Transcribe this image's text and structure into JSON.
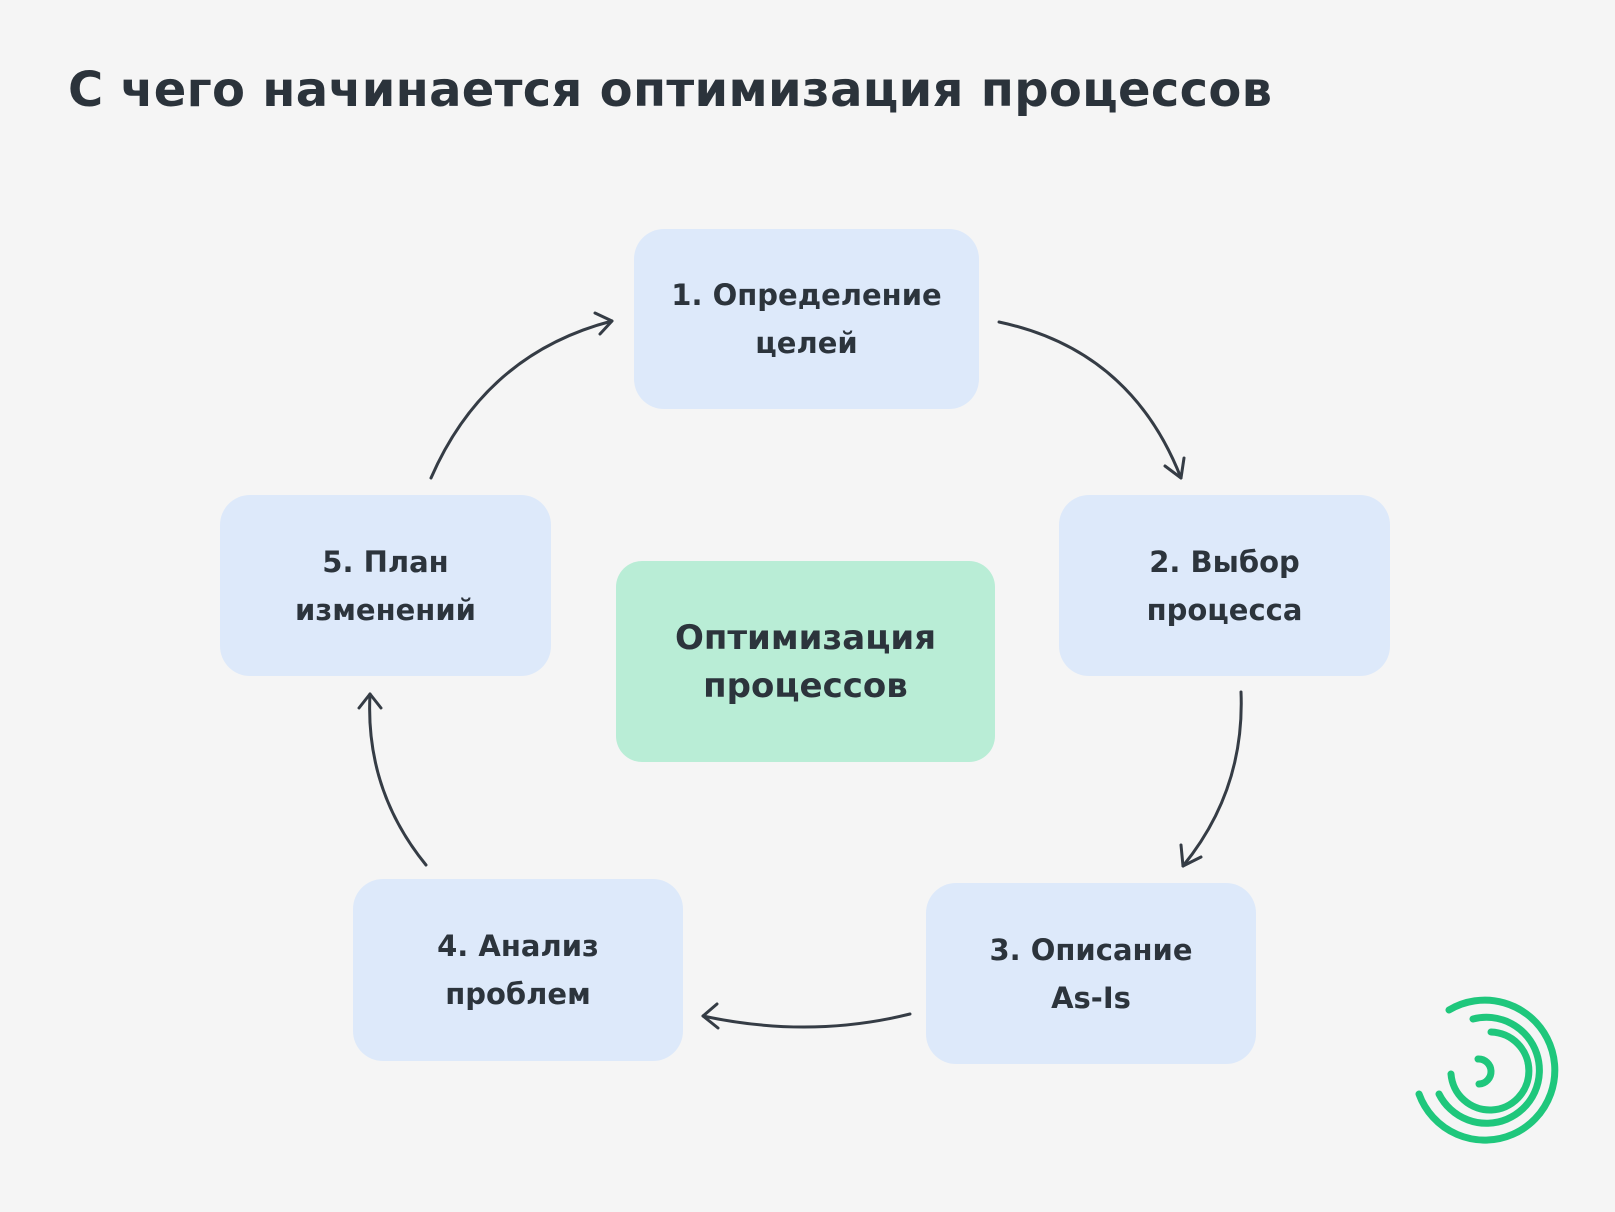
{
  "title": "С чего начинается оптимизация процессов",
  "center": {
    "label": "Оптимизация\nпроцессов"
  },
  "steps": [
    {
      "label": "1. Определение\nцелей"
    },
    {
      "label": "2. Выбор\nпроцесса"
    },
    {
      "label": "3. Описание\nAs-Is"
    },
    {
      "label": "4. Анализ\nпроблем"
    },
    {
      "label": "5. План\nизменений"
    }
  ],
  "colors": {
    "background": "#f5f5f5",
    "step_fill": "#dde9fa",
    "center_fill": "#b9edd6",
    "text": "#2c343c",
    "arrow": "#353c45",
    "logo": "#1fc77c"
  },
  "icons": {
    "logo": "circular-logo-icon"
  }
}
